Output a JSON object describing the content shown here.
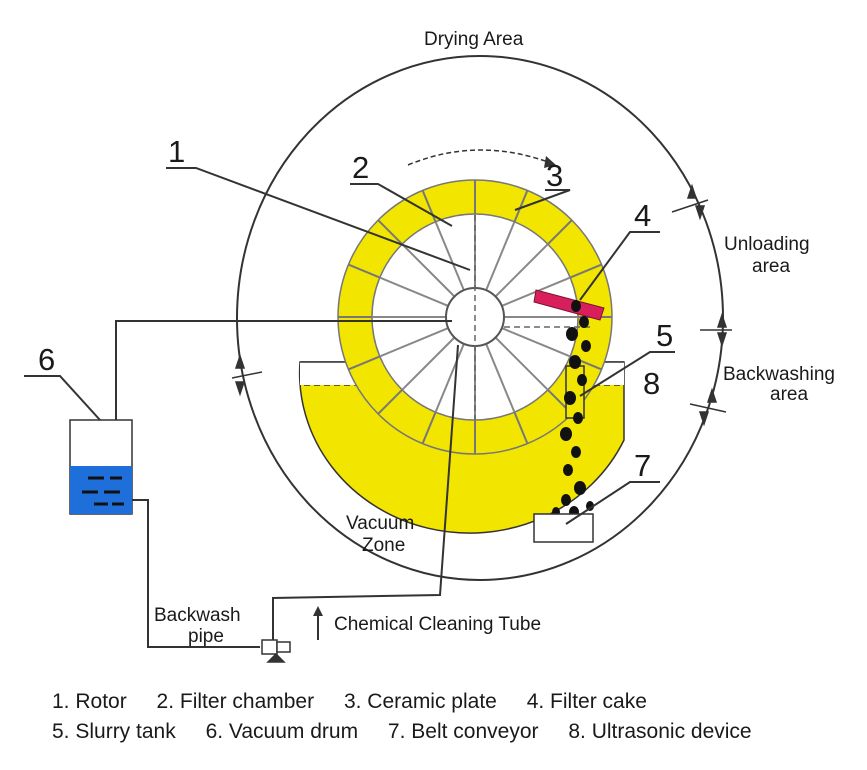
{
  "labels": {
    "drying_area": "Drying Area",
    "unloading_area": [
      "Unloading",
      "area"
    ],
    "backwashing_area": [
      "Backwashing",
      "area"
    ],
    "vacuum_zone": [
      "Vacuum",
      "Zone"
    ],
    "backwash_pipe": [
      "Backwash",
      "pipe"
    ],
    "chemical_cleaning_tube": "Chemical Cleaning Tube"
  },
  "callouts": [
    "1",
    "2",
    "3",
    "4",
    "5",
    "6",
    "7",
    "8"
  ],
  "legend": {
    "row1": [
      "1. Rotor",
      "2. Filter chamber",
      "3. Ceramic plate",
      "4. Filter cake"
    ],
    "row2": [
      "5. Slurry tank",
      "6. Vacuum drum",
      "7. Belt conveyor",
      "8. Ultrasonic device"
    ]
  },
  "colors": {
    "ceramic_ring": "#f2e500",
    "slurry": "#f2e500",
    "water": "#1e6fd9",
    "filter_cake_scraper": "#d81e5b",
    "line": "#333333"
  }
}
